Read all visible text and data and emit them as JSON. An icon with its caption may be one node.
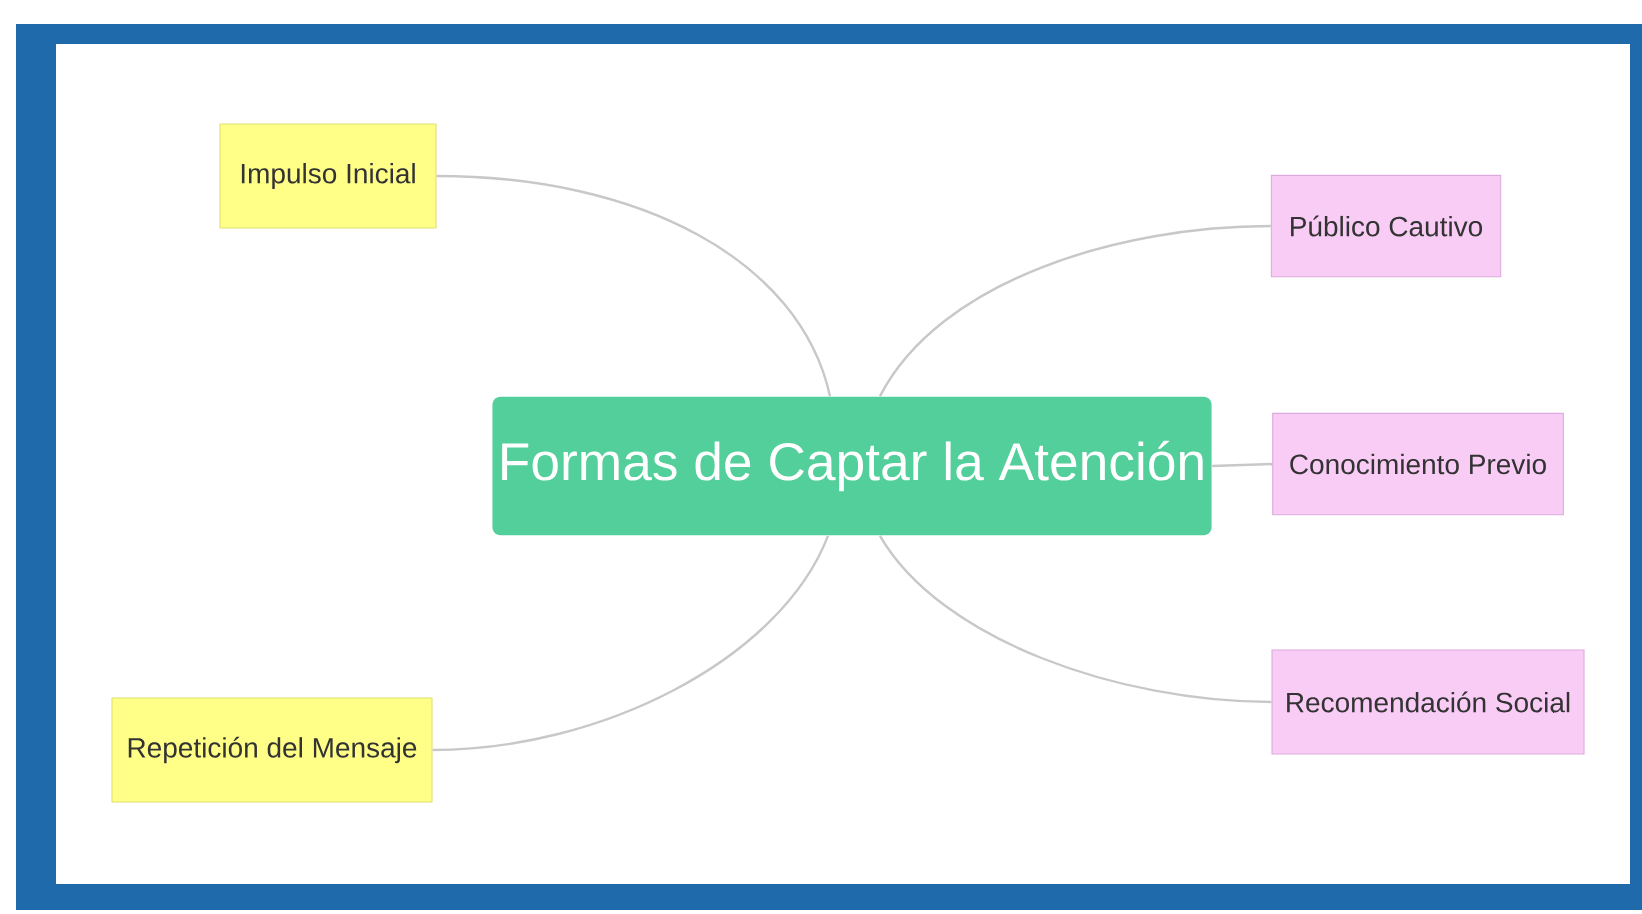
{
  "diagram": {
    "nodes": [
      {
        "text": [
          "Formas de Captar la Atención"
        ]
      },
      {
        "text": [
          "Impulso Inicial"
        ]
      },
      {
        "text": [
          "Público Cautivo"
        ]
      },
      {
        "text": [
          "Conocimiento Previo"
        ]
      },
      {
        "text": [
          "Repetición del Mensaje"
        ]
      },
      {
        "text": [
          "Recomendación Social"
        ]
      }
    ],
    "edges": [
      {
        "from": 0,
        "to": 1,
        "arrow": "none"
      },
      {
        "from": 0,
        "to": 2,
        "arrow": "none"
      },
      {
        "from": 0,
        "to": 3,
        "arrow": "none"
      },
      {
        "from": 0,
        "to": 4,
        "arrow": "none"
      },
      {
        "from": 0,
        "to": 5,
        "arrow": "none"
      }
    ]
  }
}
